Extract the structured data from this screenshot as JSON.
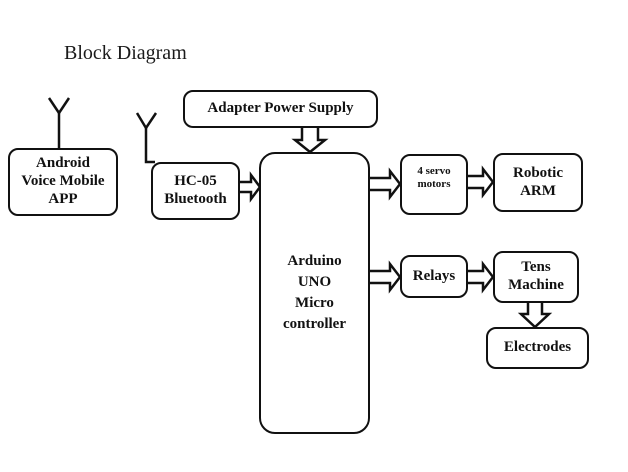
{
  "title": "Block Diagram",
  "blocks": {
    "android": "Android Voice Mobile APP",
    "android_lines": [
      "Android",
      "Voice Mobile",
      "APP"
    ],
    "hc05_lines": [
      "HC-05",
      "Bluetooth"
    ],
    "adapter": "Adapter Power Supply",
    "arduino_lines": [
      "Arduino",
      "UNO",
      "Micro",
      "controller"
    ],
    "servo_lines": [
      "4 servo",
      "motors"
    ],
    "arm_lines": [
      "Robotic",
      "ARM"
    ],
    "relays": "Relays",
    "tens_lines": [
      "Tens",
      "Machine"
    ],
    "electrodes": "Electrodes"
  },
  "connections": [
    {
      "from": "Android Voice Mobile APP",
      "to": "HC-05 Bluetooth",
      "type": "wireless"
    },
    {
      "from": "HC-05 Bluetooth",
      "to": "Arduino UNO Micro controller"
    },
    {
      "from": "Adapter Power Supply",
      "to": "Arduino UNO Micro controller"
    },
    {
      "from": "Arduino UNO Micro controller",
      "to": "4 servo motors"
    },
    {
      "from": "4 servo motors",
      "to": "Robotic ARM"
    },
    {
      "from": "Arduino UNO Micro controller",
      "to": "Relays"
    },
    {
      "from": "Relays",
      "to": "Tens Machine"
    },
    {
      "from": "Tens Machine",
      "to": "Electrodes"
    }
  ]
}
